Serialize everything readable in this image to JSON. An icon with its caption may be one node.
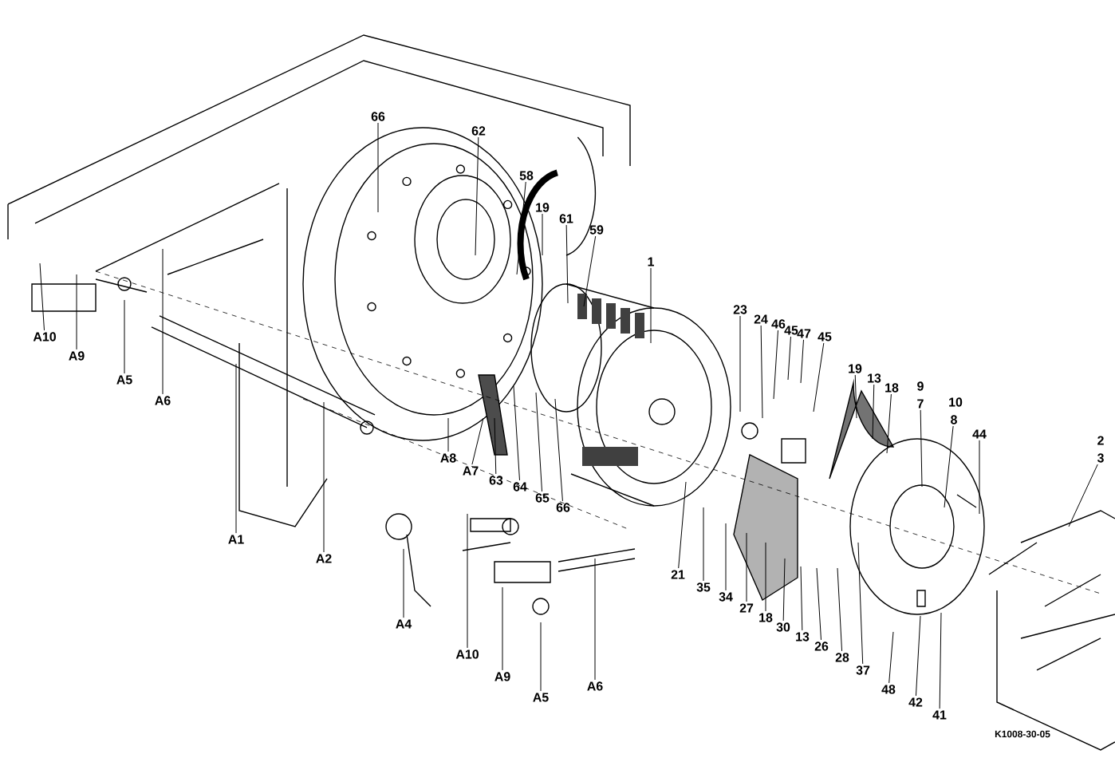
{
  "diagram": {
    "nodes": [
      {
        "text": [
          "66"
        ]
      },
      {
        "text": [
          "62"
        ]
      },
      {
        "text": [
          "58"
        ]
      },
      {
        "text": [
          "19"
        ]
      },
      {
        "text": [
          "61"
        ]
      },
      {
        "text": [
          "59"
        ]
      },
      {
        "text": [
          "1"
        ]
      },
      {
        "text": [
          "23"
        ]
      },
      {
        "text": [
          "24"
        ]
      },
      {
        "text": [
          "46"
        ]
      },
      {
        "text": [
          "45"
        ]
      },
      {
        "text": [
          "47"
        ]
      },
      {
        "text": [
          "45"
        ]
      },
      {
        "text": [
          "19"
        ]
      },
      {
        "text": [
          "13"
        ]
      },
      {
        "text": [
          "18"
        ]
      },
      {
        "text": [
          "7"
        ]
      },
      {
        "text": [
          "8"
        ]
      },
      {
        "text": [
          "44"
        ]
      },
      {
        "text": [
          "3"
        ]
      },
      {
        "text": [
          "A10"
        ]
      },
      {
        "text": [
          "A9"
        ]
      },
      {
        "text": [
          "A5"
        ]
      },
      {
        "text": [
          "A6"
        ]
      },
      {
        "text": [
          "A8"
        ]
      },
      {
        "text": [
          "A7"
        ]
      },
      {
        "text": [
          "63"
        ]
      },
      {
        "text": [
          "64"
        ]
      },
      {
        "text": [
          "65"
        ]
      },
      {
        "text": [
          "66"
        ]
      },
      {
        "text": [
          "A1"
        ]
      },
      {
        "text": [
          "A2"
        ]
      },
      {
        "text": [
          "21"
        ]
      },
      {
        "text": [
          "35"
        ]
      },
      {
        "text": [
          "34"
        ]
      },
      {
        "text": [
          "27"
        ]
      },
      {
        "text": [
          "18"
        ]
      },
      {
        "text": [
          "30"
        ]
      },
      {
        "text": [
          "13"
        ]
      },
      {
        "text": [
          "26"
        ]
      },
      {
        "text": [
          "28"
        ]
      },
      {
        "text": [
          "37"
        ]
      },
      {
        "text": [
          "A4"
        ]
      },
      {
        "text": [
          "A6"
        ]
      },
      {
        "text": [
          "A10"
        ]
      },
      {
        "text": [
          "A9"
        ]
      },
      {
        "text": [
          "A5"
        ]
      },
      {
        "text": [
          "48"
        ]
      },
      {
        "text": [
          "42"
        ]
      },
      {
        "text": [
          "41"
        ]
      }
    ],
    "edges": [
      {
        "from": 0,
        "to": null,
        "arrow": "none"
      },
      {
        "from": 1,
        "to": null,
        "arrow": "none"
      },
      {
        "from": 2,
        "to": null,
        "arrow": "none"
      },
      {
        "from": 3,
        "to": null,
        "arrow": "none"
      },
      {
        "from": 4,
        "to": null,
        "arrow": "none"
      },
      {
        "from": 5,
        "to": null,
        "arrow": "none"
      },
      {
        "from": 6,
        "to": null,
        "arrow": "none"
      },
      {
        "from": 7,
        "to": null,
        "arrow": "none"
      },
      {
        "from": 8,
        "to": null,
        "arrow": "none"
      },
      {
        "from": 9,
        "to": null,
        "arrow": "none"
      },
      {
        "from": 10,
        "to": null,
        "arrow": "none"
      },
      {
        "from": 11,
        "to": null,
        "arrow": "none"
      },
      {
        "from": 12,
        "to": null,
        "arrow": "none"
      },
      {
        "from": 13,
        "to": null,
        "arrow": "none"
      },
      {
        "from": 14,
        "to": null,
        "arrow": "none"
      },
      {
        "from": 15,
        "to": null,
        "arrow": "none"
      },
      {
        "from": 16,
        "to": null,
        "arrow": "none"
      },
      {
        "from": 17,
        "to": null,
        "arrow": "none"
      },
      {
        "from": 18,
        "to": null,
        "arrow": "none"
      },
      {
        "from": 19,
        "to": null,
        "arrow": "none"
      },
      {
        "from": 20,
        "to": null,
        "arrow": "none"
      },
      {
        "from": 21,
        "to": null,
        "arrow": "none"
      },
      {
        "from": 22,
        "to": null,
        "arrow": "none"
      },
      {
        "from": 23,
        "to": null,
        "arrow": "none"
      },
      {
        "from": 24,
        "to": null,
        "arrow": "none"
      },
      {
        "from": 25,
        "to": null,
        "arrow": "none"
      },
      {
        "from": 26,
        "to": null,
        "arrow": "none"
      },
      {
        "from": 27,
        "to": null,
        "arrow": "none"
      },
      {
        "from": 28,
        "to": null,
        "arrow": "none"
      },
      {
        "from": 29,
        "to": null,
        "arrow": "none"
      },
      {
        "from": 30,
        "to": null,
        "arrow": "none"
      },
      {
        "from": 31,
        "to": null,
        "arrow": "none"
      },
      {
        "from": 32,
        "to": null,
        "arrow": "none"
      },
      {
        "from": 33,
        "to": null,
        "arrow": "none"
      },
      {
        "from": 34,
        "to": null,
        "arrow": "none"
      },
      {
        "from": 35,
        "to": null,
        "arrow": "none"
      },
      {
        "from": 36,
        "to": null,
        "arrow": "none"
      },
      {
        "from": 37,
        "to": null,
        "arrow": "none"
      },
      {
        "from": 38,
        "to": null,
        "arrow": "none"
      },
      {
        "from": 39,
        "to": null,
        "arrow": "none"
      },
      {
        "from": 40,
        "to": null,
        "arrow": "none"
      },
      {
        "from": 41,
        "to": null,
        "arrow": "none"
      },
      {
        "from": 42,
        "to": null,
        "arrow": "none"
      },
      {
        "from": 43,
        "to": null,
        "arrow": "none"
      },
      {
        "from": 44,
        "to": null,
        "arrow": "none"
      },
      {
        "from": 45,
        "to": null,
        "arrow": "none"
      },
      {
        "from": 46,
        "to": null,
        "arrow": "none"
      },
      {
        "from": 47,
        "to": null,
        "arrow": "none"
      },
      {
        "from": 48,
        "to": null,
        "arrow": "none"
      },
      {
        "from": 49,
        "to": null,
        "arrow": "none"
      }
    ],
    "labels": [
      "9",
      "10",
      "2",
      "K1008-30-05"
    ]
  }
}
